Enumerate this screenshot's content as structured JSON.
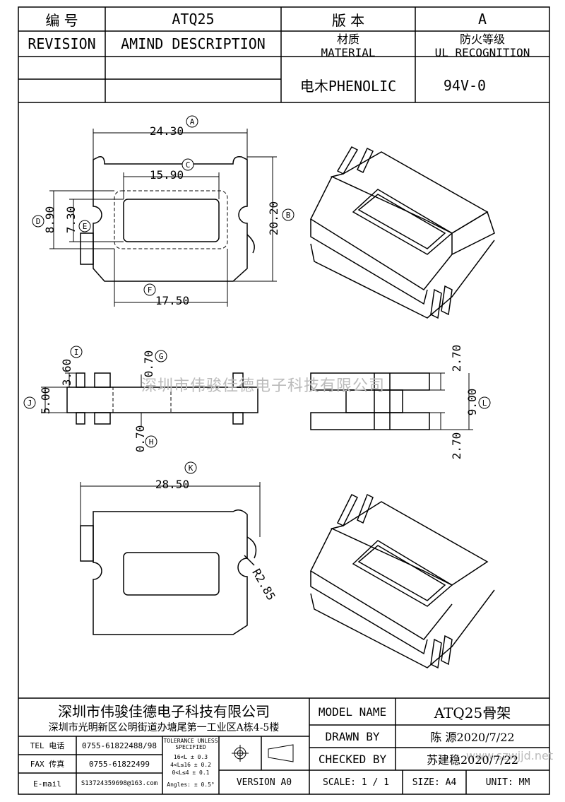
{
  "header": {
    "r1c1": "编 号",
    "r1c2": "ATQ25",
    "r1c3": "版 本",
    "r1c4": "A",
    "r2c1": "REVISION",
    "r2c2": "AMIND DESCRIPTION",
    "material_cn": "材质",
    "material_en": "MATERIAL",
    "ul_cn": "防火等级",
    "ul_en": "UL RECOGNITION",
    "material_value": "电木PHENOLIC",
    "ul_value": "94V-0"
  },
  "drawing": {
    "dims": {
      "a": "24.30",
      "c": "15.90",
      "b": "20.20",
      "d": "8.90",
      "e": "7.30",
      "f": "17.50",
      "i": "3.60",
      "g": "0.70",
      "j": "5.00",
      "h": "0.70",
      "l_top": "2.70",
      "l": "9.00",
      "l_bot": "2.70",
      "k": "28.50",
      "r": "R2.85"
    },
    "labels": {
      "a": "A",
      "b": "B",
      "c": "C",
      "d": "D",
      "e": "E",
      "f": "F",
      "g": "G",
      "h": "H",
      "i": "I",
      "j": "J",
      "k": "K",
      "l": "L"
    }
  },
  "watermark": "深圳市伟骏佳德电子科技有限公司",
  "watermark2": "www.szwjjd.net",
  "title_block": {
    "company": "深圳市伟骏佳德电子科技有限公司",
    "address": "深圳市光明新区公明街道办塘尾第一工业区A栋4-5楼",
    "tel_label": "TEL 电话",
    "tel": "0755-61822488/98",
    "fax_label": "FAX 传真",
    "fax": "0755-61822499",
    "email_label": "E-mail",
    "email": "S13724359698@163.com",
    "tolerance_title": "TOLERANCE UNLESS SPECIFIED",
    "tol1": "16<L        ± 0.3",
    "tol2": "4<L≤16     ± 0.2",
    "tol3": "0<L≤4       ± 0.1",
    "tol4": "Angles: ± 0.5°",
    "version": "VERSION A0",
    "model_name_label": "MODEL NAME",
    "model_name": "ATQ25骨架",
    "drawn_by_label": "DRAWN BY",
    "drawn_by": "陈 源2020/7/22",
    "checked_by_label": "CHECKED BY",
    "checked_by": "苏建稳2020/7/22",
    "scale": "SCALE: 1 / 1",
    "size": "SIZE: A4",
    "unit": "UNIT: MM"
  }
}
